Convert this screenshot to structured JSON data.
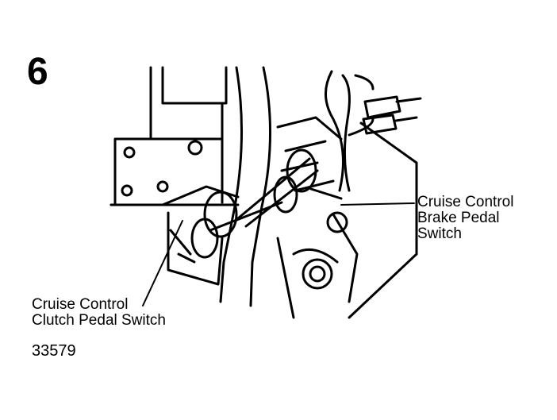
{
  "step_number": "6",
  "callouts": {
    "brake_pedal_switch": [
      "Cruise Control",
      "Brake Pedal",
      "Switch"
    ],
    "clutch_pedal_switch": [
      "Cruise Control",
      "Clutch Pedal Switch"
    ]
  },
  "figure_id": "33579",
  "colors": {
    "ink": "#000000",
    "paper": "#ffffff"
  }
}
